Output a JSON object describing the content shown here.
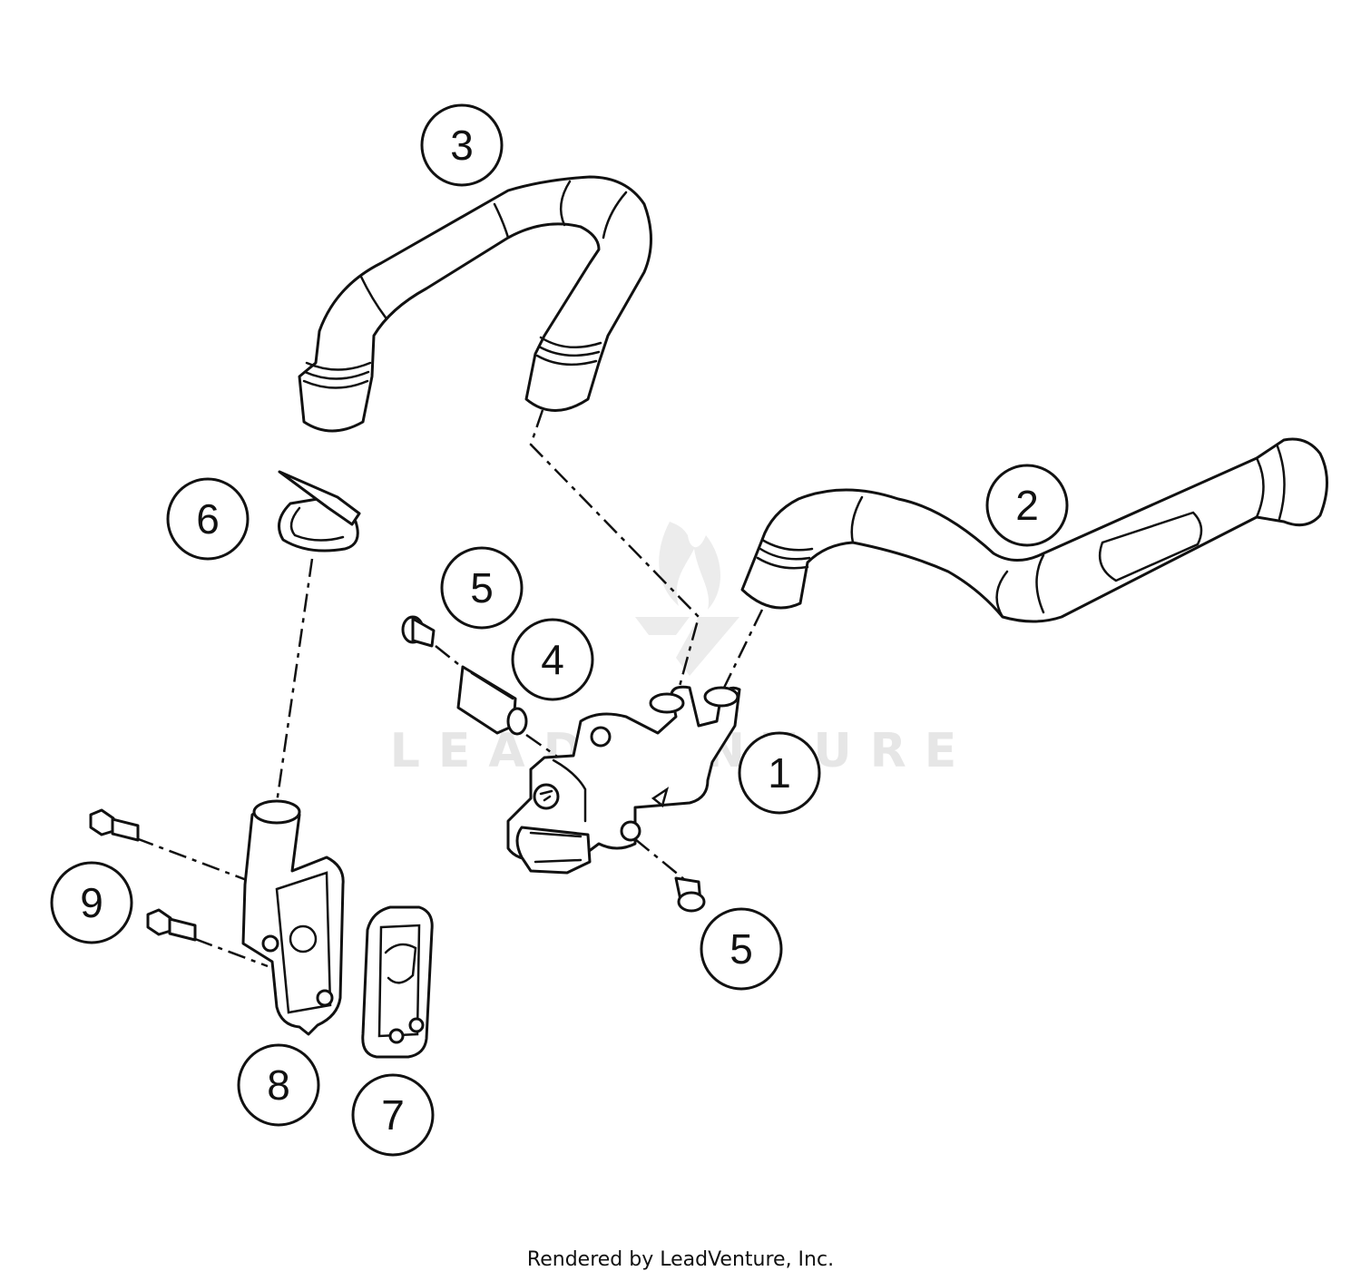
{
  "watermark": {
    "text": "LEADVENTURE"
  },
  "callouts": [
    {
      "id": "3",
      "label": "3"
    },
    {
      "id": "2",
      "label": "2"
    },
    {
      "id": "6",
      "label": "6"
    },
    {
      "id": "5a",
      "label": "5"
    },
    {
      "id": "4",
      "label": "4"
    },
    {
      "id": "1",
      "label": "1"
    },
    {
      "id": "9",
      "label": "9"
    },
    {
      "id": "5b",
      "label": "5"
    },
    {
      "id": "8",
      "label": "8"
    },
    {
      "id": "7",
      "label": "7"
    }
  ],
  "footer": {
    "text": "Rendered by LeadVenture, Inc."
  },
  "colors": {
    "line": "#111111",
    "background": "#ffffff",
    "watermark": "#e6e6e6"
  }
}
